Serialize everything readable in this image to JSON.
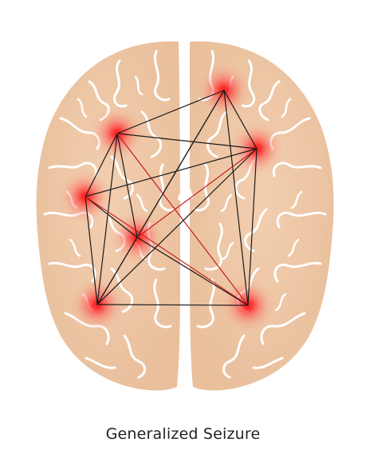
{
  "caption": "Generalized Seizure",
  "colors": {
    "brain_fill": "#efc9a8",
    "brain_shade": "#e8bd98",
    "sulcus": "#ffffff",
    "focus_glow": "#ff2a2a",
    "connection_dark": "#1a1a1a",
    "connection_red": "#c81e1e",
    "caption_text": "#222222"
  },
  "foci": [
    {
      "id": "left-frontal"
    },
    {
      "id": "right-frontal"
    },
    {
      "id": "right-mid"
    },
    {
      "id": "left-temporal"
    },
    {
      "id": "left-central"
    },
    {
      "id": "left-occipital"
    },
    {
      "id": "right-occipital"
    }
  ],
  "connections": [
    {
      "from": "left-frontal",
      "to": "right-frontal",
      "color": "dark"
    },
    {
      "from": "left-frontal",
      "to": "right-mid",
      "color": "dark"
    },
    {
      "from": "left-frontal",
      "to": "left-temporal",
      "color": "dark"
    },
    {
      "from": "left-frontal",
      "to": "left-central",
      "color": "dark"
    },
    {
      "from": "left-frontal",
      "to": "left-occipital",
      "color": "dark"
    },
    {
      "from": "left-frontal",
      "to": "right-occipital",
      "color": "red"
    },
    {
      "from": "right-frontal",
      "to": "right-mid",
      "color": "dark"
    },
    {
      "from": "right-frontal",
      "to": "left-central",
      "color": "dark"
    },
    {
      "from": "right-frontal",
      "to": "left-occipital",
      "color": "dark"
    },
    {
      "from": "right-frontal",
      "to": "right-occipital",
      "color": "dark"
    },
    {
      "from": "right-mid",
      "to": "left-temporal",
      "color": "dark"
    },
    {
      "from": "right-mid",
      "to": "left-central",
      "color": "red"
    },
    {
      "from": "right-mid",
      "to": "left-occipital",
      "color": "dark"
    },
    {
      "from": "right-mid",
      "to": "right-occipital",
      "color": "dark"
    },
    {
      "from": "left-temporal",
      "to": "left-central",
      "color": "dark"
    },
    {
      "from": "left-temporal",
      "to": "left-occipital",
      "color": "dark"
    },
    {
      "from": "left-temporal",
      "to": "right-occipital",
      "color": "red"
    },
    {
      "from": "left-central",
      "to": "left-occipital",
      "color": "dark"
    },
    {
      "from": "left-central",
      "to": "right-occipital",
      "color": "dark"
    },
    {
      "from": "left-occipital",
      "to": "right-occipital",
      "color": "dark"
    }
  ]
}
